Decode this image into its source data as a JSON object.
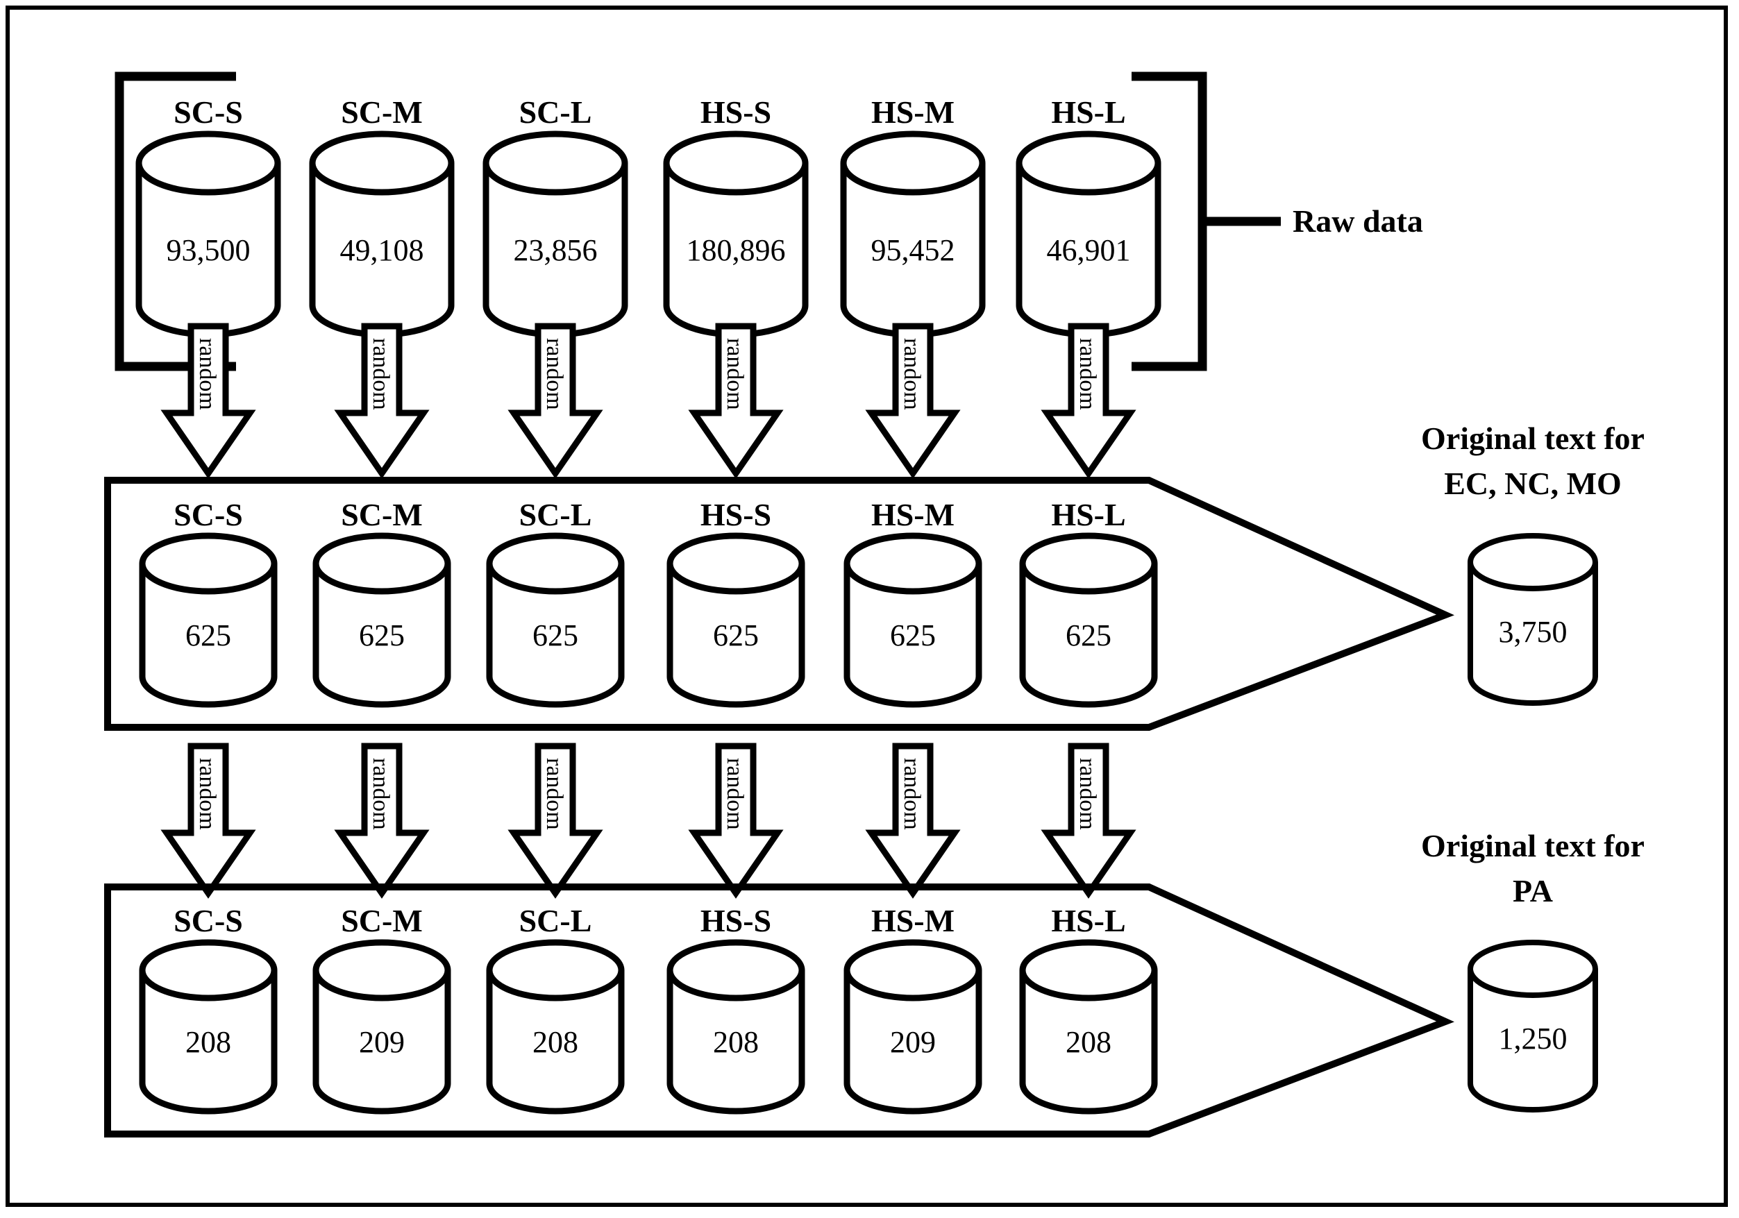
{
  "diagram": {
    "title_absent": true,
    "annotations": {
      "raw_data_label": "Raw data",
      "right_label_1_line1": "Original text for",
      "right_label_1_line2": "EC, NC, MO",
      "right_label_2_line1": "Original text for",
      "right_label_2_line2": "PA"
    },
    "arrow_label": "random",
    "rows": [
      {
        "id": "raw-data-row",
        "name": "Raw data",
        "container": "bracket",
        "items": [
          {
            "label": "SC-S",
            "value": "93,500"
          },
          {
            "label": "SC-M",
            "value": "49,108"
          },
          {
            "label": "SC-L",
            "value": "23,856"
          },
          {
            "label": "HS-S",
            "value": "180,896"
          },
          {
            "label": "HS-M",
            "value": "95,452"
          },
          {
            "label": "HS-L",
            "value": "46,901"
          }
        ]
      },
      {
        "id": "sampled-625-row",
        "name": "Original text for EC, NC, MO",
        "container": "pentagon",
        "items": [
          {
            "label": "SC-S",
            "value": "625"
          },
          {
            "label": "SC-M",
            "value": "625"
          },
          {
            "label": "SC-L",
            "value": "625"
          },
          {
            "label": "HS-S",
            "value": "625"
          },
          {
            "label": "HS-M",
            "value": "625"
          },
          {
            "label": "HS-L",
            "value": "625"
          }
        ],
        "aggregate": {
          "label": "3,750"
        }
      },
      {
        "id": "sampled-208-row",
        "name": "Original text for PA",
        "container": "pentagon",
        "items": [
          {
            "label": "SC-S",
            "value": "208"
          },
          {
            "label": "SC-M",
            "value": "209"
          },
          {
            "label": "SC-L",
            "value": "208"
          },
          {
            "label": "HS-S",
            "value": "208"
          },
          {
            "label": "HS-M",
            "value": "209"
          },
          {
            "label": "HS-L",
            "value": "208"
          }
        ],
        "aggregate": {
          "label": "1,250"
        }
      }
    ],
    "colors": {
      "stroke": "#000000",
      "fill": "#ffffff",
      "background": "#ffffff"
    }
  }
}
